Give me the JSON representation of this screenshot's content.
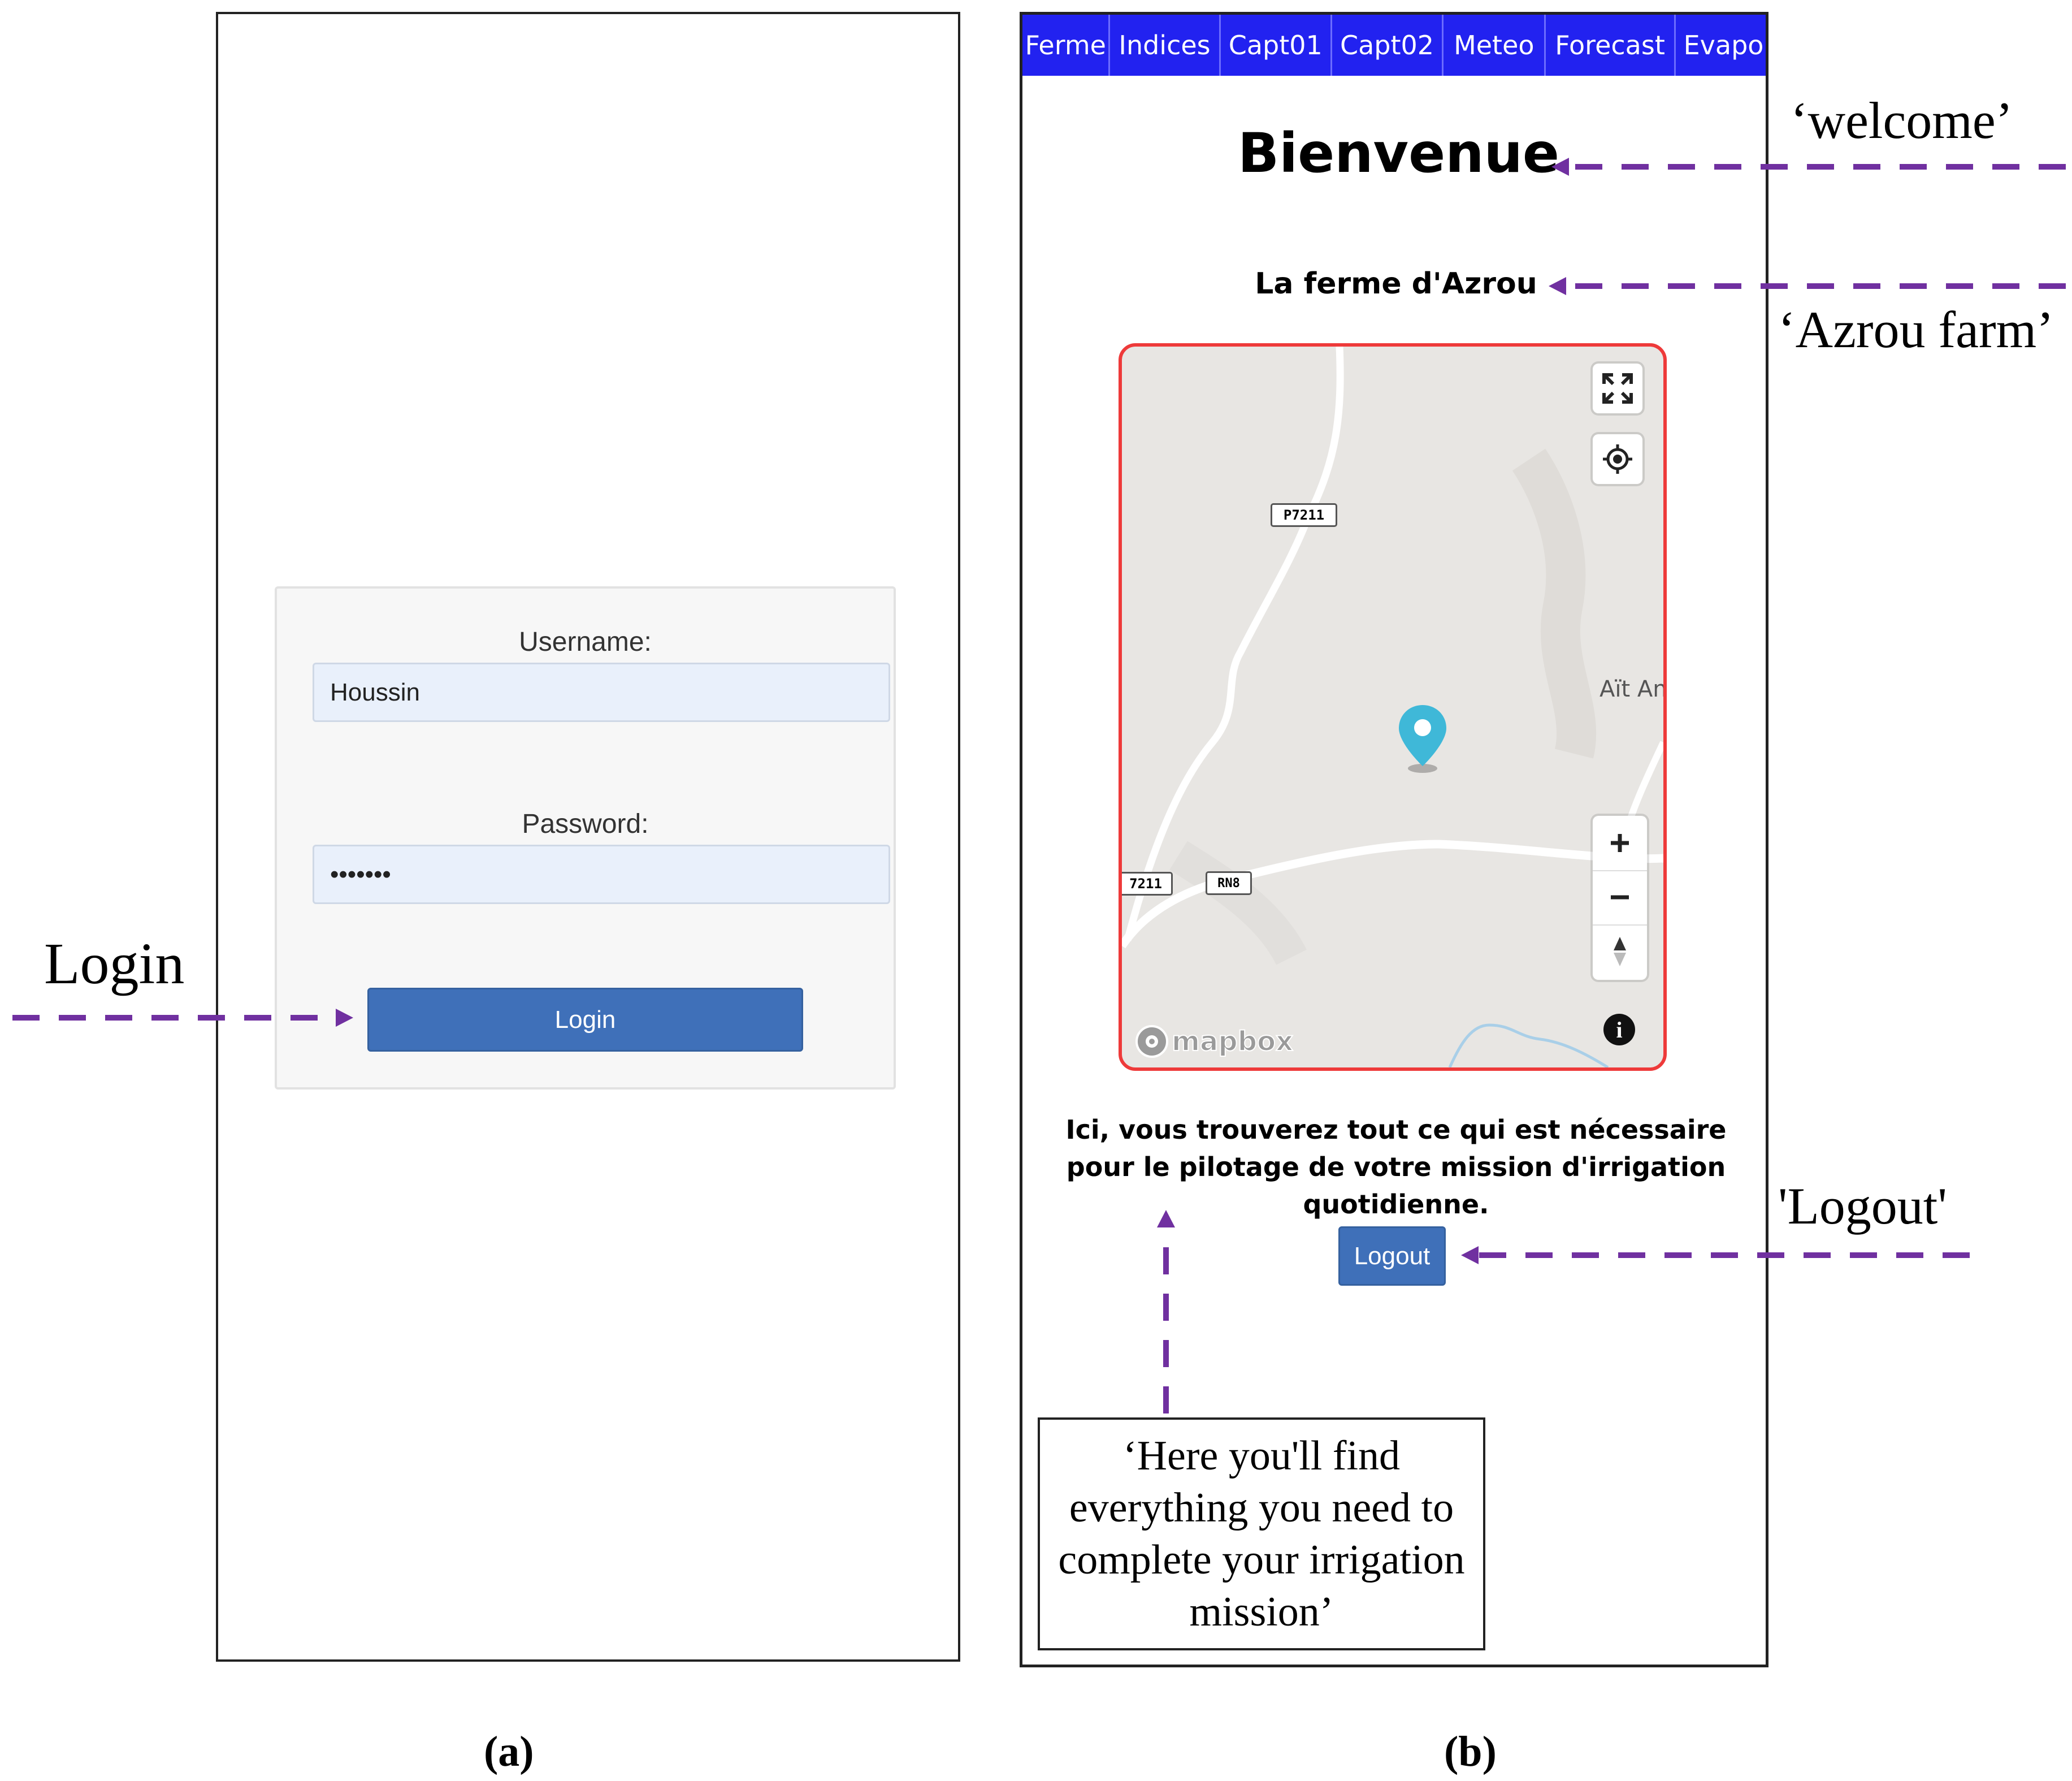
{
  "login_panel": {
    "username_label": "Username:",
    "username_value": "Houssin",
    "password_label": "Password:",
    "password_value": "•••••••",
    "login_button": "Login"
  },
  "welcome_panel": {
    "nav_tabs": [
      "Ferme",
      "Indices",
      "Capt01",
      "Capt02",
      "Meteo",
      "Forecast",
      "Evapo"
    ],
    "title": "Bienvenue",
    "farm_name": "La ferme d'Azrou",
    "map": {
      "road_labels": [
        "P7211",
        "7211",
        "RN8"
      ],
      "place_label": "Aït An",
      "attribution": "mapbox",
      "controls": [
        "fullscreen-icon",
        "geolocate-icon",
        "zoom-in-icon",
        "zoom-out-icon",
        "compass-icon",
        "info-icon"
      ],
      "marker": "map-pin-icon"
    },
    "description": "Ici, vous trouverez tout ce qui est nécessaire pour le pilotage de votre mission d'irrigation quotidienne.",
    "logout_button": "Logout"
  },
  "annotations": {
    "login": "Login",
    "welcome": "‘welcome’",
    "azrou_farm": "‘Azrou farm’",
    "logout": "'Logout'",
    "translation_note": "‘Here you'll find everything you need to complete your irrigation mission’"
  },
  "captions": {
    "a": "(a)",
    "b": "(b)"
  },
  "colors": {
    "annotation_arrow": "#7030a0",
    "button_blue": "#3f70b9",
    "nav_blue": "#2222f0",
    "map_border": "#ee3a3a",
    "marker": "#3fb8d8"
  }
}
